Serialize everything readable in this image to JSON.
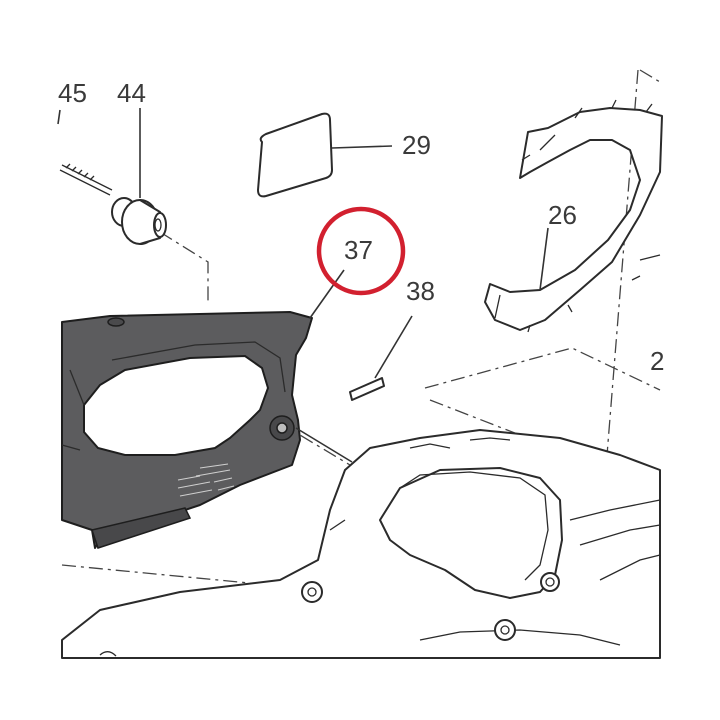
{
  "callouts": {
    "c45": "45",
    "c44": "44",
    "c29": "29",
    "c37": "37",
    "c38": "38",
    "c26": "26",
    "c2x": "2"
  },
  "colors": {
    "highlight": "#d2202f",
    "part_fill": "#5c5c5e",
    "line": "#2b2b2b"
  }
}
